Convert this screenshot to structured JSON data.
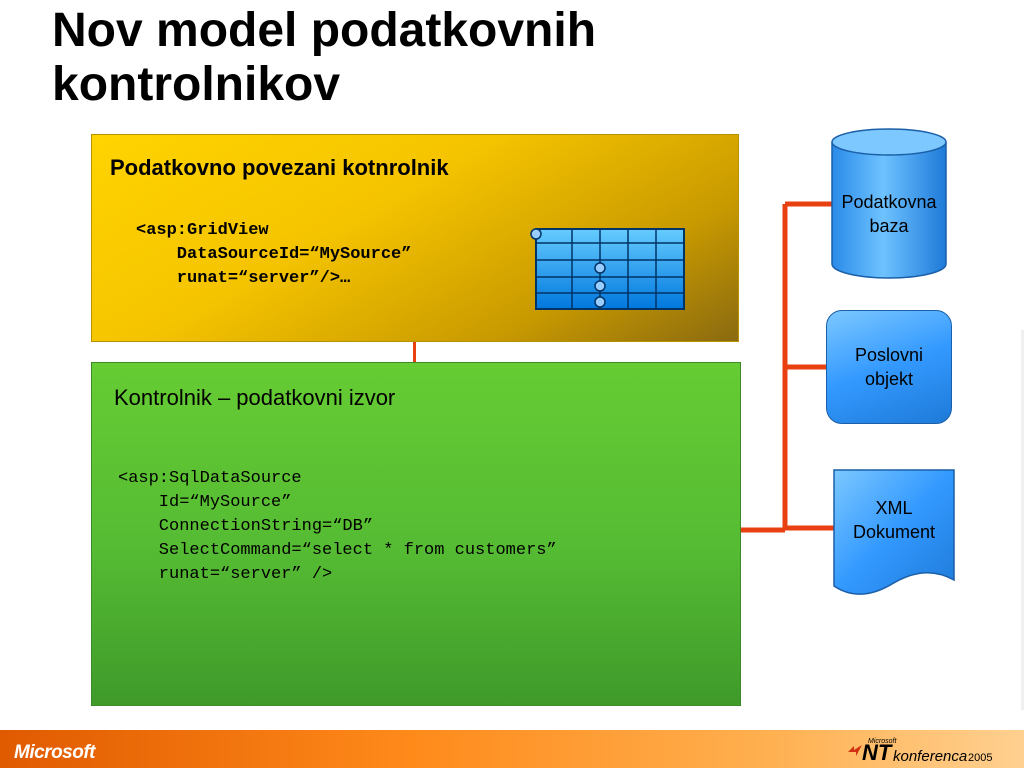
{
  "slide": {
    "title": "Nov model podatkovnih kontrolnikov"
  },
  "databound_box": {
    "heading": "Podatkovno povezani kotnrolnik",
    "code_lines": [
      "<asp:GridView",
      "    DataSourceId=“MySource”",
      "    runat=“server”/>…"
    ]
  },
  "datasource_box": {
    "heading": "Kontrolnik – podatkovni izvor",
    "code_lines": [
      "<asp:SqlDataSource",
      "    Id=“MySource”",
      "    ConnectionString=“DB”",
      "    SelectCommand=“select * from customers”",
      "    runat=“server” />"
    ]
  },
  "shapes": {
    "database": "Podatkovna baza",
    "business_object": "Poslovni objekt",
    "xml_document": "XML Dokument"
  },
  "footer": {
    "microsoft": "Microsoft",
    "nt_small": "Microsoft",
    "nt_big": "NT",
    "nt_text": "konferenca",
    "nt_year": "2005"
  },
  "colors": {
    "databound_fill": "#ffd400",
    "datasource_fill": "#66cc33",
    "connector": "#e84010",
    "shape_fill": "#3399ff"
  }
}
